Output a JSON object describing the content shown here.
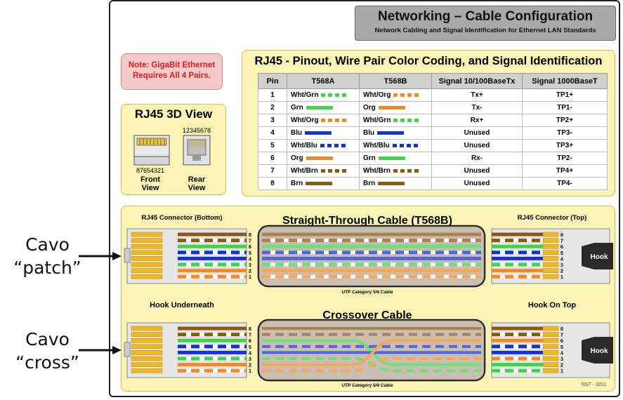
{
  "header": {
    "title": "Networking – Cable Configuration",
    "subtitle": "Network Cabling and Signal Identification for Ethernet LAN Standards"
  },
  "note": {
    "line1": "Note: GigaBit Ethernet",
    "line2": "Requires All 4 Pairs."
  },
  "view3d": {
    "title": "RJ45 3D View",
    "rear_numbers": "12345678",
    "front_numbers": "87654321",
    "front_label": "Front",
    "rear_label": "Rear",
    "view_word": "View"
  },
  "pinout": {
    "title": "RJ45 -  Pinout, Wire Pair Color Coding, and Signal Identification",
    "columns": [
      "Pin",
      "T568A",
      "T568B",
      "Signal 10/100BaseTx",
      "Signal 1000BaseT"
    ],
    "rows": [
      {
        "pin": "1",
        "a": "Wht/Grn",
        "b": "Wht/Org",
        "s100": "Tx+",
        "s1000": "TP1+"
      },
      {
        "pin": "2",
        "a": "Grn",
        "b": "Org",
        "s100": "Tx-",
        "s1000": "TP1-"
      },
      {
        "pin": "3",
        "a": "Wht/Org",
        "b": "Wht/Grn",
        "s100": "Rx+",
        "s1000": "TP2+"
      },
      {
        "pin": "4",
        "a": "Blu",
        "b": "Blu",
        "s100": "Unused",
        "s1000": "TP3-"
      },
      {
        "pin": "5",
        "a": "Wht/Blu",
        "b": "Wht/Blu",
        "s100": "Unused",
        "s1000": "TP3+"
      },
      {
        "pin": "6",
        "a": "Org",
        "b": "Grn",
        "s100": "Rx-",
        "s1000": "TP2-"
      },
      {
        "pin": "7",
        "a": "Wht/Brn",
        "b": "Wht/Brn",
        "s100": "Unused",
        "s1000": "TP4+"
      },
      {
        "pin": "8",
        "a": "Brn",
        "b": "Brn",
        "s100": "Unused",
        "s1000": "TP4-"
      }
    ]
  },
  "wire_colors": {
    "Grn": "#3fd44a",
    "Org": "#f08a24",
    "Blu": "#1433d6",
    "Brn": "#8a5a14"
  },
  "straight": {
    "title": "Straight-Through Cable (T568B)",
    "left_label": "RJ45 Connector (Bottom)",
    "right_label": "RJ45 Connector (Top)",
    "cable_type": "UTP Category 5/6 Cable",
    "hook": "Hook"
  },
  "cross": {
    "title": "Crossover Cable",
    "left_label": "Hook Underneath",
    "right_label": "Hook On Top",
    "cable_type": "UTP Category 5/6 Cable",
    "hook": "Hook"
  },
  "pin_numbers": [
    "8",
    "7",
    "6",
    "5",
    "4",
    "3",
    "2",
    "1"
  ],
  "tags": {
    "patch_1": "Cavo",
    "patch_2": "“patch”",
    "cross_1": "Cavo",
    "cross_2": "“cross”"
  },
  "credit": "NST - 2011"
}
